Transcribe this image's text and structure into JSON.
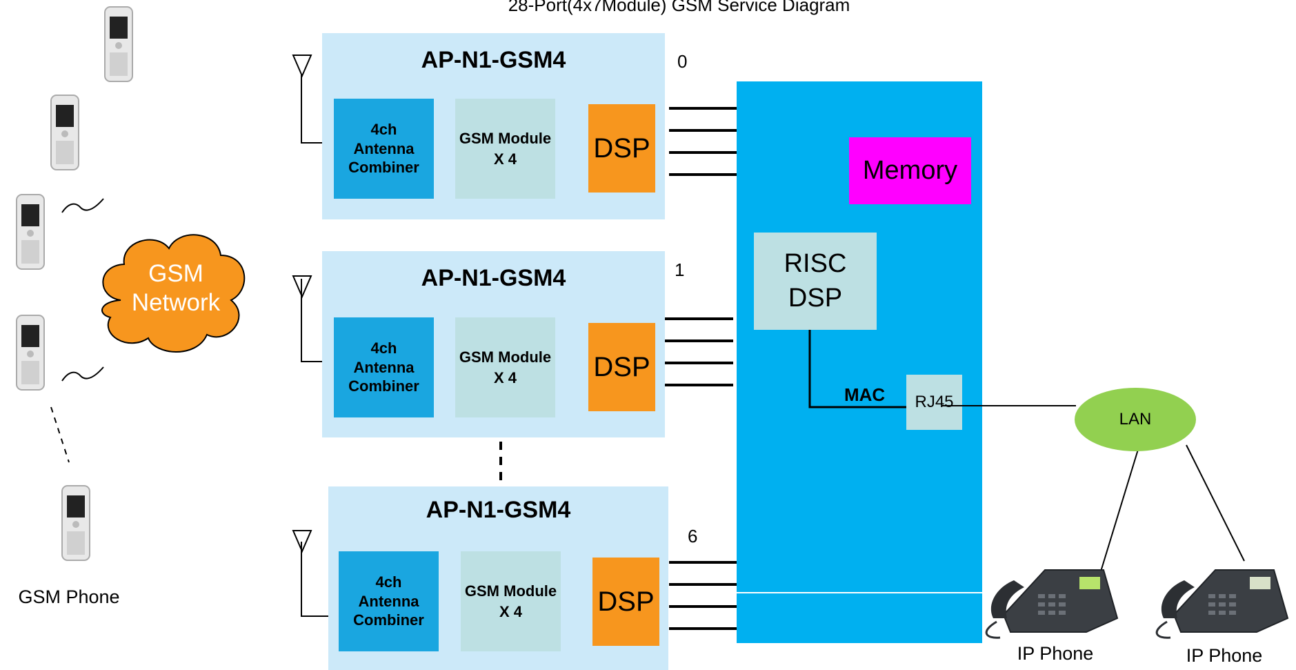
{
  "diagram": {
    "title": "28-Port(4x7Module) GSM Service Diagram",
    "modules": [
      {
        "name": "AP-N1-GSM4",
        "port_index": "0",
        "combiner_label": "4ch\nAntenna\nCombiner",
        "gsm_module_label": "GSM Module\nX 4",
        "dsp_label": "DSP"
      },
      {
        "name": "AP-N1-GSM4",
        "port_index": "1",
        "combiner_label": "4ch\nAntenna\nCombiner",
        "gsm_module_label": "GSM Module\nX 4",
        "dsp_label": "DSP"
      },
      {
        "name": "AP-N1-GSM4",
        "port_index": "6",
        "combiner_label": "4ch\nAntenna\nCombiner",
        "gsm_module_label": "GSM Module\nX 4",
        "dsp_label": "DSP"
      }
    ],
    "main_board": {
      "memory_label": "Memory",
      "risc_label": "RISC\nDSP",
      "mac_label": "MAC",
      "rj45_label": "RJ45"
    },
    "network": {
      "cloud_label": "GSM\nNetwork",
      "lan_label": "LAN"
    },
    "captions": {
      "gsm_phone": "GSM Phone",
      "ip_phone_left": "IP Phone",
      "ip_phone_right": "IP Phone"
    },
    "colors": {
      "module_bg": "#cce9f9",
      "combiner": "#1aa6e0",
      "gsm_module": "#bde0e3",
      "dsp": "#f7961e",
      "main_board": "#00b0f0",
      "memory": "#ff00ff",
      "cloud": "#f7961e",
      "lan": "#92d050"
    },
    "icons": [
      "mobile-phone-icon",
      "antenna-icon",
      "ip-phone-icon",
      "signal-wave-icon"
    ]
  }
}
